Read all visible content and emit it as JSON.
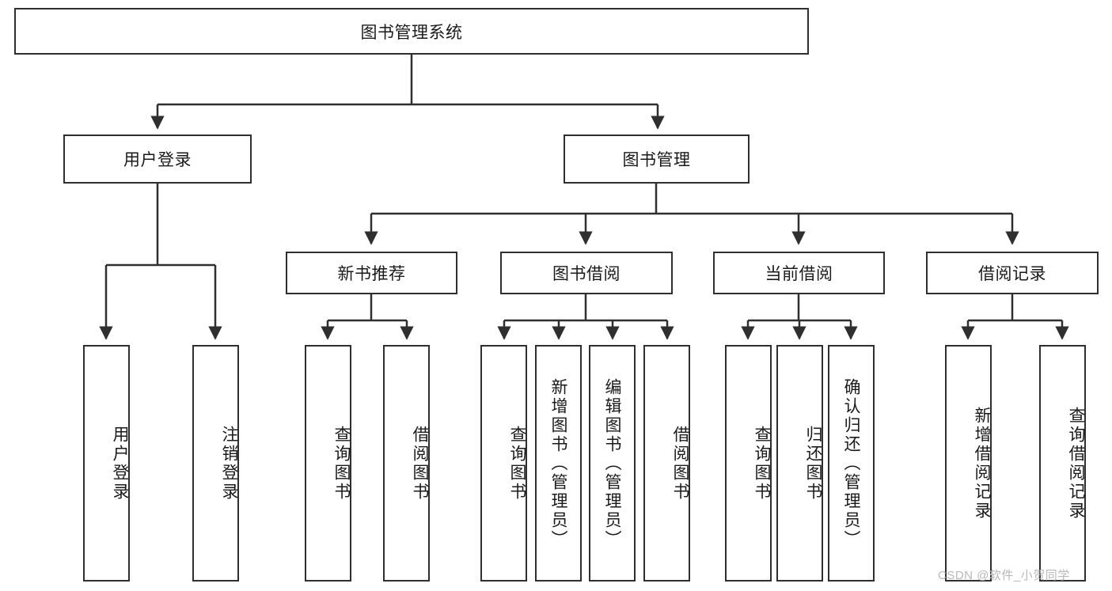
{
  "diagram": {
    "title": "图书管理系统",
    "type": "hierarchy-tree",
    "root": {
      "label": "图书管理系统"
    },
    "level2": [
      {
        "label": "用户登录"
      },
      {
        "label": "图书管理"
      }
    ],
    "level3": [
      {
        "label": "新书推荐"
      },
      {
        "label": "图书借阅"
      },
      {
        "label": "当前借阅"
      },
      {
        "label": "借阅记录"
      }
    ],
    "leaves": {
      "user_login": [
        {
          "label": "用户登录"
        },
        {
          "label": "注销登录"
        }
      ],
      "new_book_recommend": [
        {
          "label": "查询图书"
        },
        {
          "label": "借阅图书"
        }
      ],
      "book_borrow": [
        {
          "label": "查询图书"
        },
        {
          "label": "新增图书（管理员）"
        },
        {
          "label": "编辑图书（管理员）"
        },
        {
          "label": "借阅图书"
        }
      ],
      "current_borrow": [
        {
          "label": "查询图书"
        },
        {
          "label": "归还图书"
        },
        {
          "label": "确认归还（管理员）"
        }
      ],
      "borrow_record": [
        {
          "label": "新增借阅记录"
        },
        {
          "label": "查询借阅记录"
        }
      ]
    }
  },
  "watermark": {
    "text": "CSDN @软件_小贺同学"
  },
  "colors": {
    "stroke": "#2f2f2f",
    "background": "#ffffff",
    "text": "#1a1a1a",
    "watermark": "#b8b8b8"
  }
}
